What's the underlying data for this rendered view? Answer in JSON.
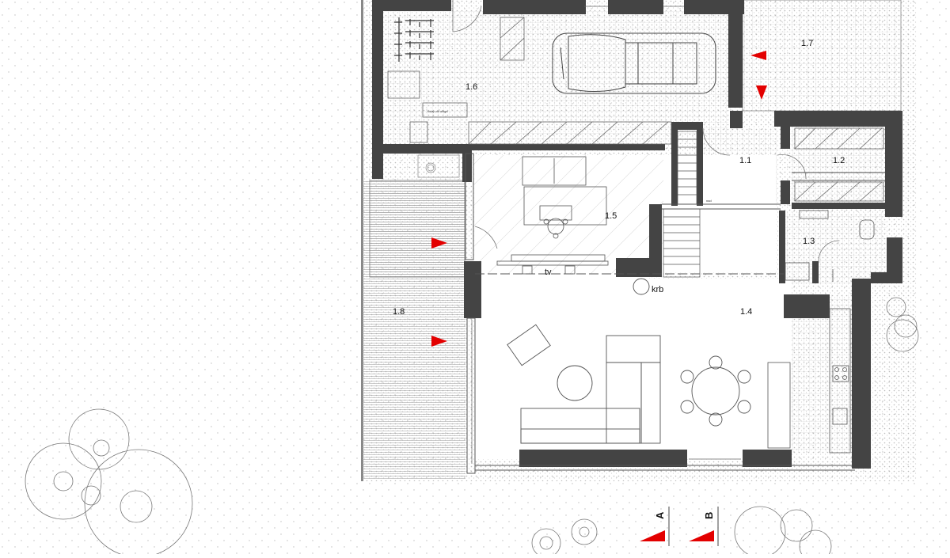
{
  "plan": {
    "rooms": {
      "r1_1": "1.1",
      "r1_2": "1.2",
      "r1_3": "1.3",
      "r1_4": "1.4",
      "r1_5": "1.5",
      "r1_6": "1.6",
      "r1_7": "1.7",
      "r1_8": "1.8"
    },
    "labels": {
      "tv": "tv",
      "krb": "krb",
      "garage_note": "kolap do sitiga",
      "stair_note": "nad"
    },
    "section_marks": {
      "a": "A",
      "b": "B"
    },
    "colors": {
      "wall": "#444444",
      "grid": "#c9c9c9",
      "arrow": "#e30000",
      "terrace": "#a8a8a8",
      "gravel": "#cfcfcf"
    }
  }
}
